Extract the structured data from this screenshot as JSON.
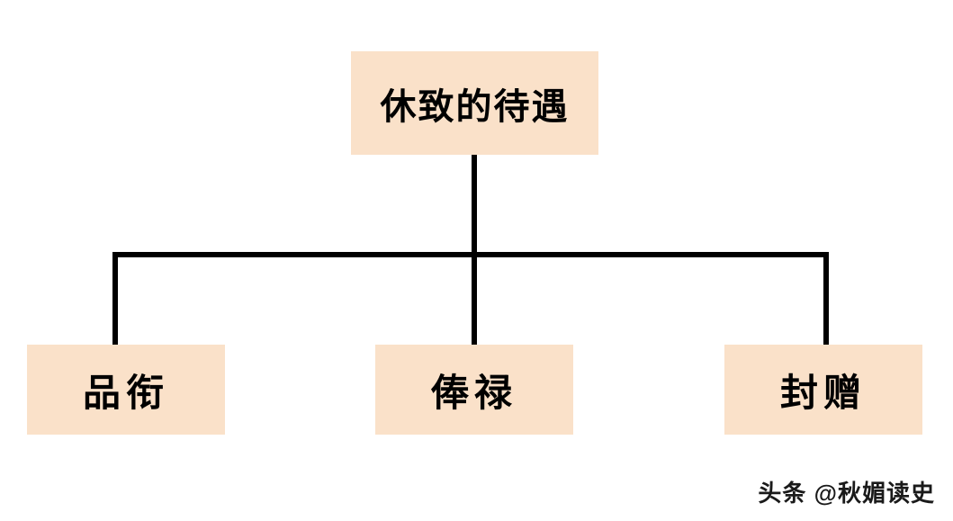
{
  "diagram": {
    "root": {
      "label": "休致的待遇"
    },
    "children": [
      {
        "label": "品衔"
      },
      {
        "label": "俸禄"
      },
      {
        "label": "封赠"
      }
    ],
    "colors": {
      "box_fill": "#FAE1C9",
      "line_color": "#000000",
      "text_color": "#000000"
    }
  },
  "watermark": {
    "text": "头条 @秋媚读史"
  }
}
